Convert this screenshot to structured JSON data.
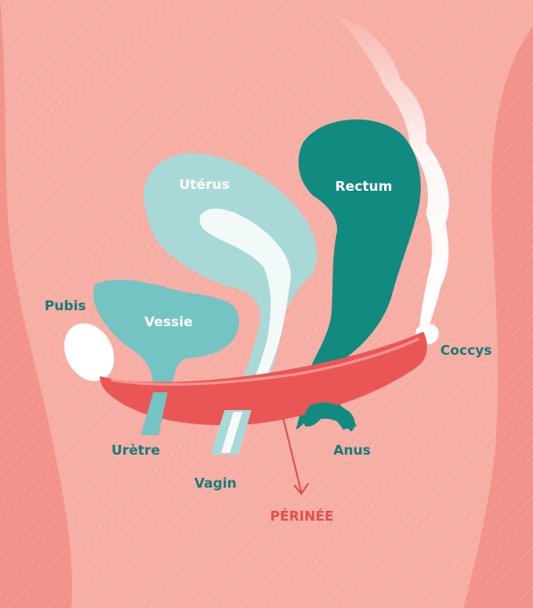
{
  "colors": {
    "background": "#f2928a",
    "body": "#f6aea4",
    "teal_dark": "#118a80",
    "teal_light": "#73c4c2",
    "uterus": "#a8d9d6",
    "muscle": "#ea5656",
    "bone": "#ffffff",
    "label_teal": "#137d78",
    "label_red": "#e2504f"
  },
  "labels": {
    "uterus": "Utérus",
    "rectum": "Rectum",
    "pubis": "Pubis",
    "bladder": "Vessie",
    "coccyx": "Coccys",
    "urethra": "Urètre",
    "anus": "Anus",
    "vagina": "Vagin",
    "perineum": "PÉRINÉE"
  }
}
